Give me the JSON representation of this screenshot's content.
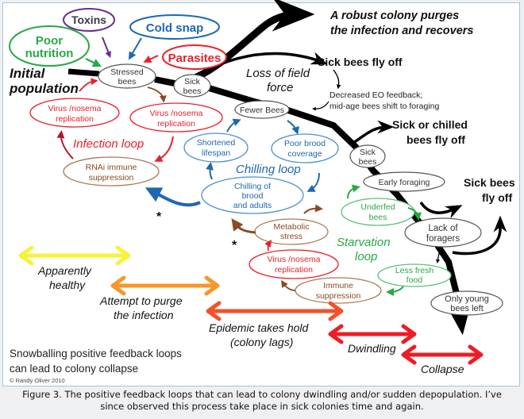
{
  "diagram": {
    "stressors": [
      {
        "id": "toxins",
        "label": "Toxins",
        "color": "#6a2c91"
      },
      {
        "id": "cold_snap",
        "label": "Cold snap",
        "color": "#1f67b1"
      },
      {
        "id": "poor_nutrition",
        "label": [
          "Poor",
          "nutrition"
        ],
        "color": "#27a844"
      },
      {
        "id": "parasites",
        "label": "Parasites",
        "color": "#e8202a"
      }
    ],
    "initial_population": [
      "Initial",
      "population"
    ],
    "nodes": {
      "stressed_bees": [
        "Stressed",
        "bees"
      ],
      "sick_bees_1": [
        "Sick",
        "bees"
      ],
      "fewer_bees": "Fewer Bees",
      "sick_bees_2": [
        "Sick",
        "bees"
      ],
      "early_foraging": "Early foraging",
      "lack_of_foragers": [
        "Lack of",
        "foragers"
      ],
      "only_young": [
        "Only young",
        "bees left"
      ]
    },
    "infection_loop": {
      "title": "Infection loop",
      "color": "#e8202a",
      "nodes": {
        "virus_1": [
          "Virus /nosema",
          "replication"
        ],
        "virus_2": [
          "Virus /nosema",
          "replication"
        ],
        "rnai": [
          "RNAi immune",
          "suppression"
        ]
      }
    },
    "chilling_loop": {
      "title": "Chilling loop",
      "color": "#1f67b1",
      "nodes": {
        "shortened": [
          "Shortened",
          "lifespan"
        ],
        "poor_brood": [
          "Poor brood",
          "coverage"
        ],
        "chilling": [
          "Chilling of",
          "brood",
          "and adults"
        ]
      }
    },
    "starvation_loop": {
      "title": [
        "Starvation",
        "loop"
      ],
      "color": "#27a844",
      "nodes": {
        "underfed": [
          "Underfed",
          "bees"
        ],
        "less_fresh": [
          "Less fresh",
          "food"
        ]
      }
    },
    "metabolic_nodes": {
      "metabolic": [
        "Metabolic",
        "stress"
      ],
      "virus_3": [
        "Virus /nosema",
        "replication"
      ],
      "immune": [
        "Immune",
        "suppression"
      ]
    },
    "outcomes": {
      "robust": [
        "A robust colony purges",
        "the infection and recovers"
      ],
      "sick_fly_off_1": "Sick bees fly off",
      "loss_field_force": [
        "Loss of field",
        "force"
      ],
      "eo_feedback": [
        "Decreased EO feedback;",
        "mid-age bees shift to foraging"
      ],
      "sick_chilled": [
        "Sick or chilled",
        "bees fly off"
      ],
      "sick_fly_off_2": [
        "Sick bees",
        "fly off"
      ]
    },
    "asterisk": "*",
    "stages": [
      {
        "label": [
          "Apparently",
          "healthy"
        ],
        "color": "#f7f23a"
      },
      {
        "label": [
          "Attempt to purge",
          "the infection"
        ],
        "color": "#f8962a"
      },
      {
        "label": [
          "Epidemic takes hold",
          "(colony lags)"
        ],
        "color": "#f4502a"
      },
      {
        "label": "Dwindling",
        "color": "#ee1c25"
      },
      {
        "label": "Collapse",
        "color": "#ee1c25"
      }
    ],
    "summary": [
      "Snowballing positive feedback loops",
      "can lead to colony collapse"
    ],
    "copyright": "© Randy Oliver 2010"
  },
  "caption": [
    "Figure 3. The positive feedback loops that can lead to colony dwindling and/or sudden depopulation. I’ve",
    "since observed this process take place in sick colonies time and again."
  ]
}
